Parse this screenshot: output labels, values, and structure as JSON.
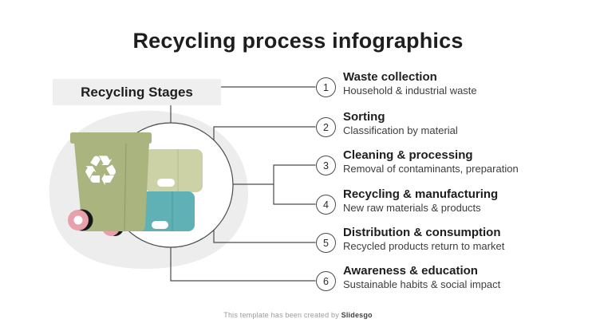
{
  "title": "Recycling process infographics",
  "label": {
    "text": "Recycling Stages"
  },
  "stages": [
    {
      "number": "1",
      "title": "Waste collection",
      "description": "Household & industrial waste"
    },
    {
      "number": "2",
      "title": "Sorting",
      "description": "Classification by material"
    },
    {
      "number": "3",
      "title": "Cleaning & processing",
      "description": "Removal of contaminants, preparation"
    },
    {
      "number": "4",
      "title": "Recycling & manufacturing",
      "description": "New raw materials & products"
    },
    {
      "number": "5",
      "title": "Distribution & consumption",
      "description": "Recycled products return to market"
    },
    {
      "number": "6",
      "title": "Awareness & education",
      "description": "Sustainable habits & social impact"
    }
  ],
  "footer": {
    "text": "This template has been created by ",
    "brand": "Slidesgo"
  },
  "illustration": {
    "icons": [
      "recycle-icon",
      "green-wheelie-bin",
      "sage-container",
      "teal-container",
      "magnifier-circle"
    ]
  },
  "colors": {
    "bin_green": "#a9b47e",
    "container_sage": "#cdd1a6",
    "container_teal": "#5fb1b5",
    "wheel_pink": "#e8a0aa",
    "blob_gray": "#ededed",
    "label_bg": "#efefef",
    "line": "#4b4b4b",
    "text_dark": "#1e1e1e",
    "text_muted": "#3d3d3d",
    "footer_gray": "#9b9b9b"
  }
}
